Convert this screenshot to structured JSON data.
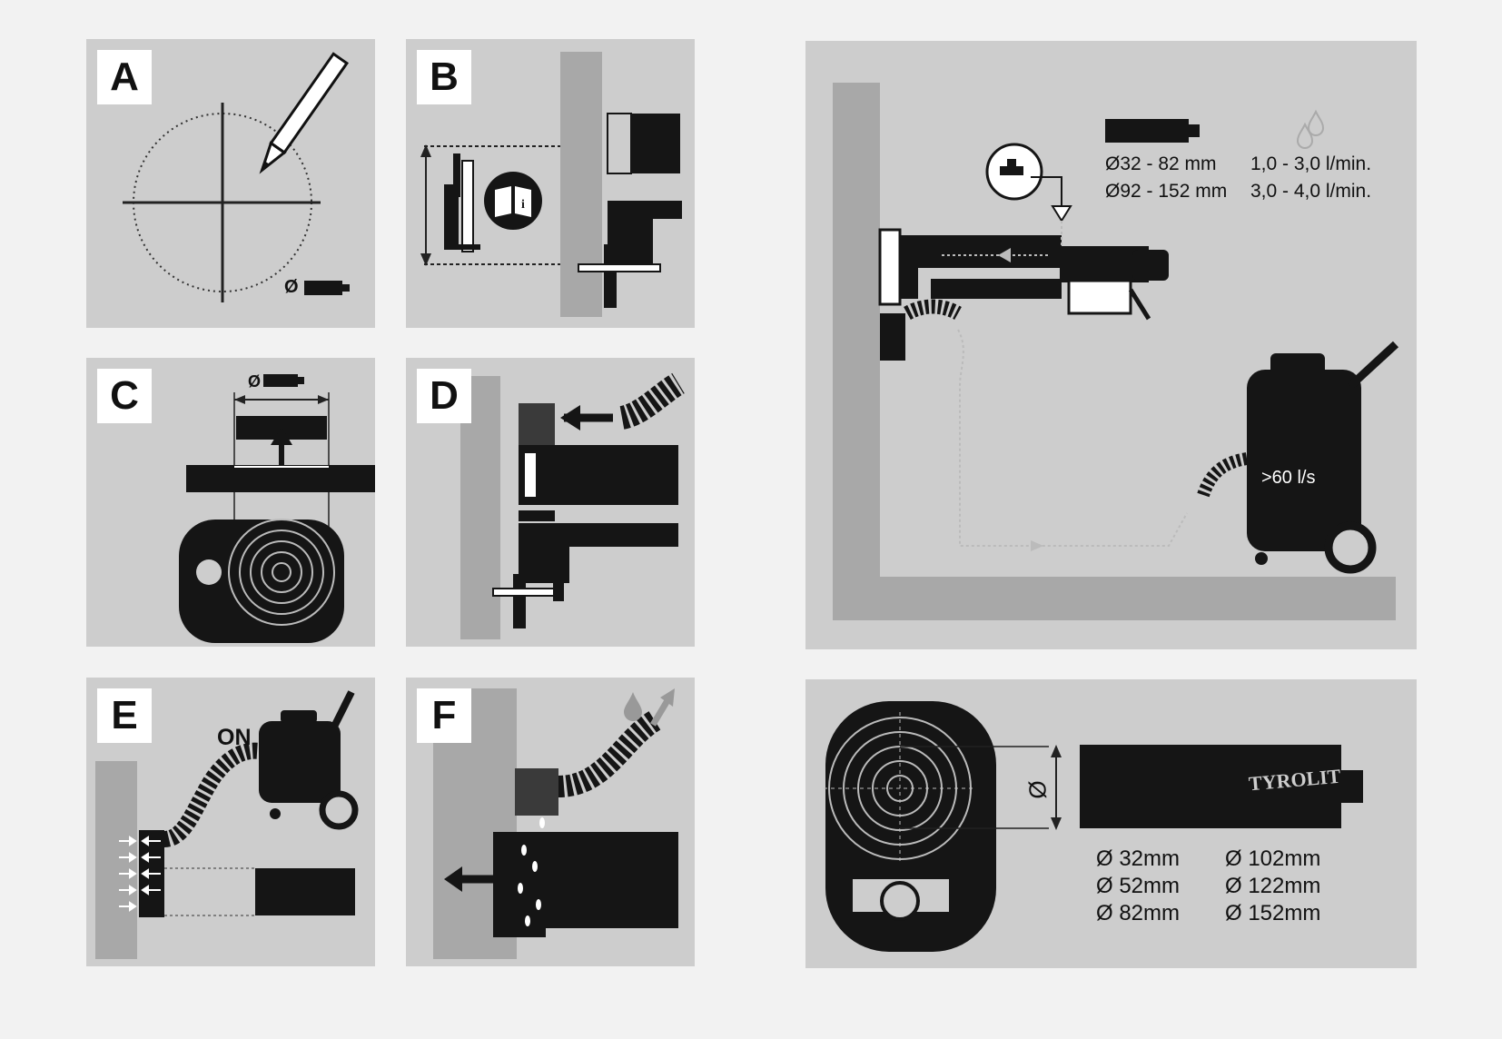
{
  "steps": {
    "A": {
      "letter": "A",
      "symbol": "Ø"
    },
    "B": {
      "letter": "B"
    },
    "C": {
      "letter": "C",
      "symbol": "Ø"
    },
    "D": {
      "letter": "D"
    },
    "E": {
      "letter": "E",
      "switch_label": "ON"
    },
    "F": {
      "letter": "F"
    }
  },
  "setup": {
    "water_table": [
      {
        "diameter": "Ø32 - 82 mm",
        "flow": "1,0 - 3,0 l/min."
      },
      {
        "diameter": "Ø92 - 152 mm",
        "flow": "3,0 - 4,0 l/min."
      }
    ],
    "vacuum_spec": ">60 l/s"
  },
  "sizes": {
    "symbol": "Ø",
    "brand": "TYROLIT",
    "left_column": [
      "Ø 32mm",
      "Ø 52mm",
      "Ø 82mm"
    ],
    "right_column": [
      "Ø 102mm",
      "Ø 122mm",
      "Ø 152mm"
    ]
  },
  "colors": {
    "panel": "#cdcdcd",
    "wall": "#a8a8a8",
    "ink": "#151515",
    "paper": "#f2f2f2"
  }
}
